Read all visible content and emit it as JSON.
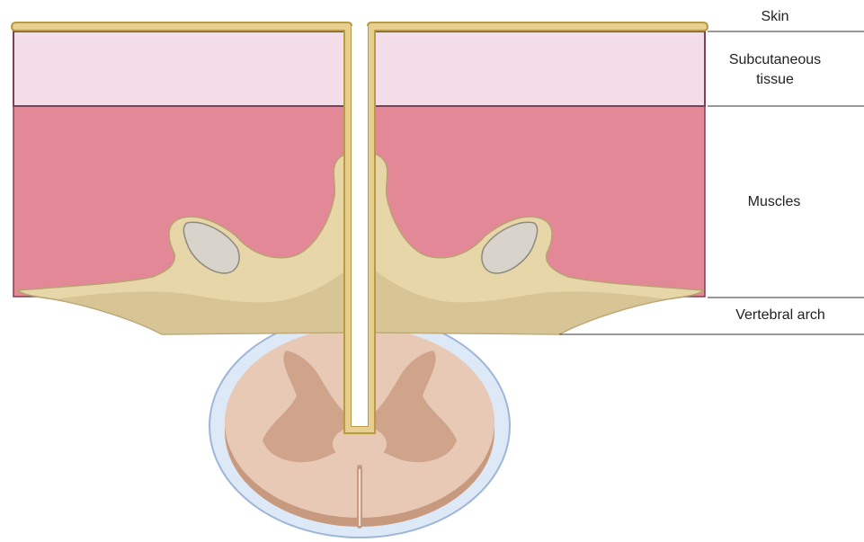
{
  "labels": {
    "skin": "Skin",
    "subcutaneous_line1": "Subcutaneous",
    "subcutaneous_line2": "tissue",
    "muscles": "Muscles",
    "vertebral_arch": "Vertebral arch"
  },
  "colors": {
    "skin": "#e8cf8f",
    "skin_outline": "#b89a45",
    "subcutaneous": "#f3dde9",
    "layer_border": "#7a4258",
    "muscle": "#e38897",
    "bone": "#e7d6a8",
    "bone_shade": "#cdb988",
    "bone_outline": "#b8a272",
    "articular_facet": "#d8d3cb",
    "dura": "#dde9f6",
    "dura_outline": "#9fb6d8",
    "white_matter": "#e8c9b5",
    "white_matter_edge": "#c79a80",
    "grey_matter": "#cfa48b",
    "leader_line": "#333333"
  }
}
